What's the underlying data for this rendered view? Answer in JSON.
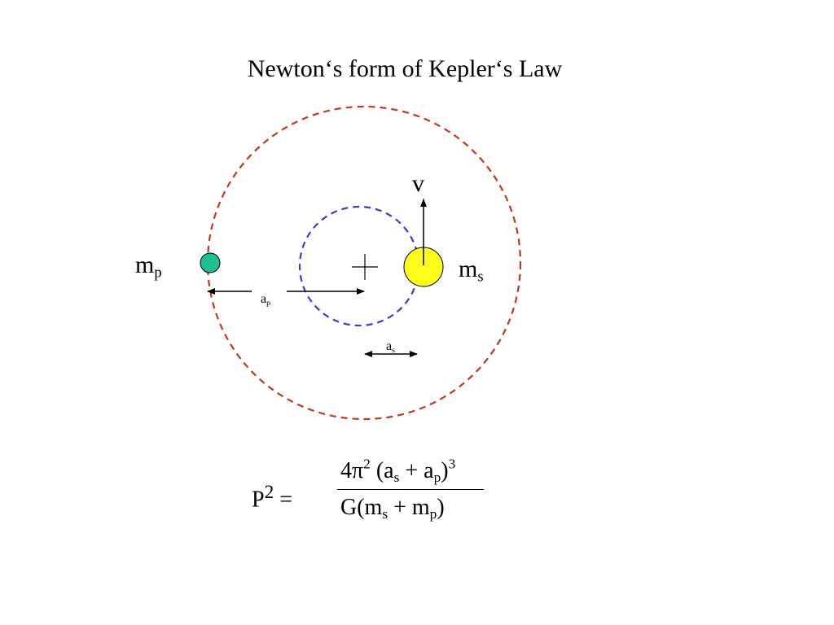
{
  "title": "Newton‘s form of Kepler‘s Law",
  "labels": {
    "mp_base": "m",
    "mp_sub": "p",
    "ms_base": "m",
    "ms_sub": "s",
    "v": "v",
    "ap_base": "a",
    "ap_sub": "p",
    "as_base": "a",
    "as_sub": "s",
    "barycenter": "+"
  },
  "equation": {
    "lhs_base": "P",
    "lhs_sup": "2",
    "lhs_eq": " =",
    "num": {
      "coef": "4π",
      "coef_sup": "2",
      "open": " (a",
      "s_sub": "s",
      "plus": " + a",
      "p_sub": "p",
      "close": ")",
      "exp": "3"
    },
    "den": {
      "open": "G(m",
      "s_sub": "s",
      "plus": " + m",
      "p_sub": "p",
      "close": ")"
    }
  },
  "colors": {
    "planet_orbit": "#c0391b",
    "star_orbit": "#3a3ec0",
    "planet_fill": "#1fbf8f",
    "star_fill": "#ffff1a"
  }
}
